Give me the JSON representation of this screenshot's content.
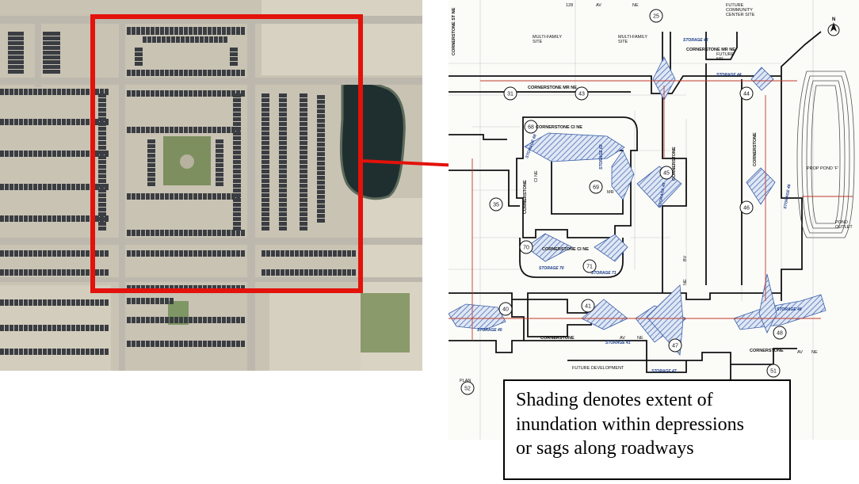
{
  "colors": {
    "highlight_box": "#e3120b",
    "arrow": "#e3120b",
    "pond_water": "#1f2f2f",
    "plan_line": "#111111",
    "inundation_hatch": "#3a5fa8",
    "storm_line": "#c0392b",
    "aerial_ground": "#c9c3b4",
    "roof": "#3a3d42"
  },
  "caption": {
    "text": "Shading denotes extent of\ninundation within depressions\nor sags along roadways"
  },
  "plan": {
    "north_arrow": "N",
    "header_labels": [
      {
        "id": "lbl-128",
        "text": "128"
      },
      {
        "id": "lbl-av",
        "text": "AV"
      },
      {
        "id": "lbl-ne-top",
        "text": "NE"
      },
      {
        "id": "lbl-future-cc",
        "text": "FUTURE\nCOMMUNITY\nCENTER SITE"
      },
      {
        "id": "lbl-mf1",
        "text": "MULTI-FAMILY\nSITE"
      },
      {
        "id": "lbl-mf2",
        "text": "MULTI-FAMILY\nSITE"
      },
      {
        "id": "lbl-future-mr",
        "text": "FUTURE\nMR"
      },
      {
        "id": "lbl-cornerstone-st",
        "text": "CORNERSTONE ST NE"
      },
      {
        "id": "lbl-cornerstone-mr",
        "text": "CORNERSTONE  MR  NE"
      },
      {
        "id": "lbl-cornerstone-mr2",
        "text": "CORNERSTONE   MR   NE"
      },
      {
        "id": "lbl-cornerstone-ci1",
        "text": "CORNERSTONE  CI  NE"
      },
      {
        "id": "lbl-cornerstone-ci2",
        "text": "CORNERSTONE  CI  NE"
      },
      {
        "id": "lbl-cornerstone-v1",
        "text": "CORNERSTONE"
      },
      {
        "id": "lbl-cornerstone-v2",
        "text": "CORNERSTONE"
      },
      {
        "id": "lbl-cornerstone-v3",
        "text": "CORNERSTONE"
      },
      {
        "id": "lbl-cornerstone-av1",
        "text": "CORNERSTONE"
      },
      {
        "id": "lbl-cornerstone-av2",
        "text": "CORNERSTONE"
      },
      {
        "id": "lbl-ci-v",
        "text": "CI NE"
      },
      {
        "id": "lbl-bv",
        "text": "BV"
      },
      {
        "id": "lbl-ne-v",
        "text": "NE"
      },
      {
        "id": "lbl-av-b1",
        "text": "AV"
      },
      {
        "id": "lbl-ne-b1",
        "text": "NE"
      },
      {
        "id": "lbl-av-b2",
        "text": "AV"
      },
      {
        "id": "lbl-ne-b2",
        "text": "NE"
      },
      {
        "id": "lbl-prop-pond",
        "text": "PROP POND 'F'"
      },
      {
        "id": "lbl-pond-outlet",
        "text": "POND\nOUTLET"
      },
      {
        "id": "lbl-future-dev",
        "text": "FUTURE DEVELOPMENT"
      },
      {
        "id": "lbl-mr",
        "text": "MR"
      },
      {
        "id": "lbl-plan",
        "text": "PLAN"
      }
    ],
    "storage_labels": [
      {
        "id": "st43",
        "text": "STORAGE 43"
      },
      {
        "id": "st44",
        "text": "STORAGE 44"
      },
      {
        "id": "st68",
        "text": "STORAGE 68"
      },
      {
        "id": "st69",
        "text": "STORAGE 69"
      },
      {
        "id": "st45",
        "text": "STORAGE 45"
      },
      {
        "id": "st46",
        "text": "STORAGE 46"
      },
      {
        "id": "st70",
        "text": "STORAGE 70"
      },
      {
        "id": "st71",
        "text": "STORAGE 71"
      },
      {
        "id": "st40",
        "text": "STORAGE 40"
      },
      {
        "id": "st41",
        "text": "STORAGE 41"
      },
      {
        "id": "st47",
        "text": "STORAGE 47"
      },
      {
        "id": "st48",
        "text": "STORAGE 48"
      }
    ],
    "lot_numbers": [
      "25",
      "31",
      "43",
      "44",
      "68",
      "69",
      "45",
      "46",
      "35",
      "70",
      "71",
      "40",
      "41",
      "47",
      "48",
      "51",
      "52"
    ]
  }
}
